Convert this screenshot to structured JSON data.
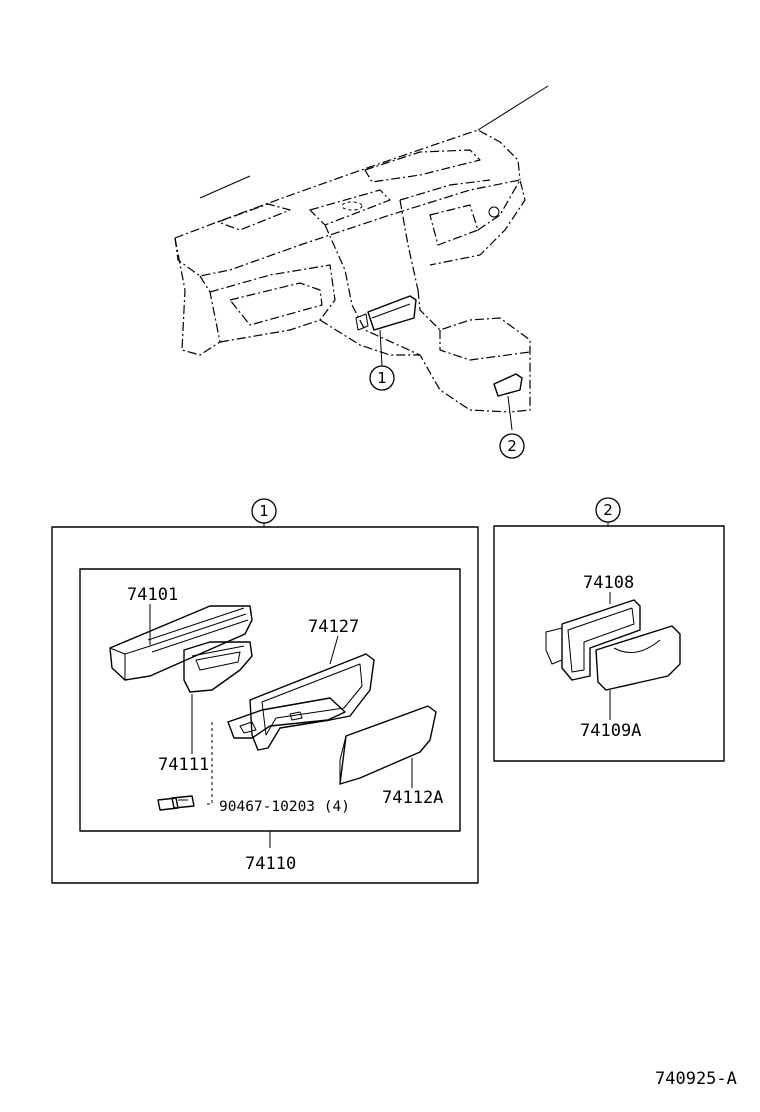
{
  "callouts": {
    "c1": "1",
    "c2": "2"
  },
  "parts": {
    "p74101": "74101",
    "p74127": "74127",
    "p74111": "74111",
    "p74112A": "74112A",
    "p90467": "90467-10203 (4)",
    "p74110": "74110",
    "p74108": "74108",
    "p74109A": "74109A"
  },
  "diagram_code": "740925-A"
}
